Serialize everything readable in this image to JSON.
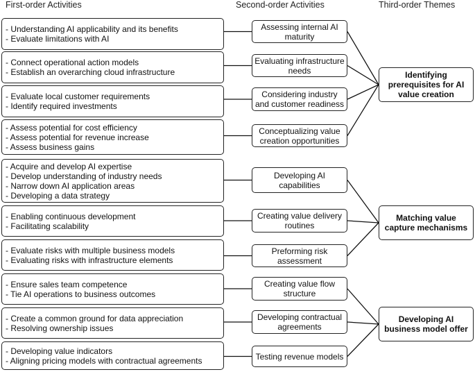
{
  "headers": {
    "first": "First-order Activities",
    "second": "Second-order Activities",
    "third": "Third-order Themes"
  },
  "rows": [
    {
      "activities": [
        "- Understanding AI applicability and its benefits",
        "- Evaluate limitations with AI"
      ],
      "second": "Assessing internal AI maturity",
      "theme": 0
    },
    {
      "activities": [
        "- Connect operational action models",
        "- Establish an overarching cloud infrastructure"
      ],
      "second": "Evaluating infrastructure needs",
      "theme": 0
    },
    {
      "activities": [
        "- Evaluate local customer requirements",
        "- Identify required investments"
      ],
      "second": "Considering industry and customer readiness",
      "theme": 0
    },
    {
      "activities": [
        "- Assess potential for cost efficiency",
        "- Assess potential for revenue increase",
        "- Assess business gains"
      ],
      "second": "Conceptualizing value creation opportunities",
      "theme": 0
    },
    {
      "activities": [
        "- Acquire and develop AI expertise",
        "- Develop understanding of industry needs",
        "- Narrow down AI application areas",
        "- Developing a data strategy"
      ],
      "second": "Developing AI capabilities",
      "theme": 1
    },
    {
      "activities": [
        "- Enabling continuous development",
        "- Facilitating scalability"
      ],
      "second": "Creating value delivery routines",
      "theme": 1
    },
    {
      "activities": [
        "- Evaluate risks with multiple business models",
        "- Evaluating risks with infrastructure elements"
      ],
      "second": "Preforming risk assessment",
      "theme": 1
    },
    {
      "activities": [
        "- Ensure sales team competence",
        "- Tie AI operations to business outcomes"
      ],
      "second": "Creating value flow structure",
      "theme": 2
    },
    {
      "activities": [
        "- Create a common ground for data appreciation",
        "- Resolving ownership issues"
      ],
      "second": "Developing contractual agreements",
      "theme": 2
    },
    {
      "activities": [
        "- Developing value indicators",
        "- Aligning pricing models with contractual agreements"
      ],
      "second": "Testing revenue models",
      "theme": 2
    }
  ],
  "themes": [
    "Identifying prerequisites for AI value creation",
    "Matching value capture mechanisms",
    "Developing AI business model offer"
  ]
}
